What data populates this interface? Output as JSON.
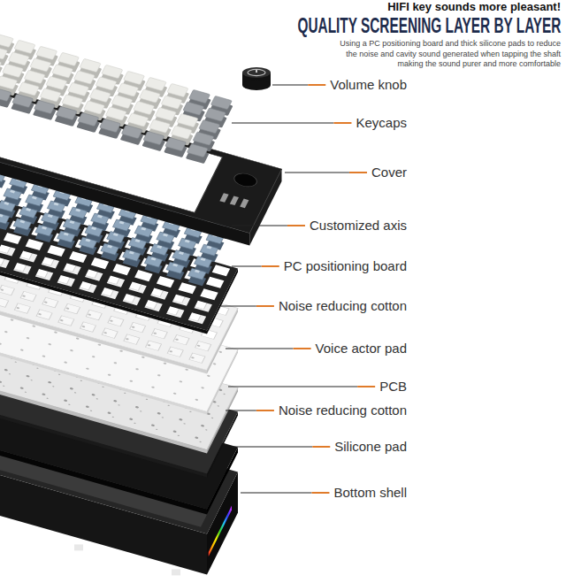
{
  "diagram": {
    "title": "QUALITY SCREENING LAYER BY LAYER",
    "labels": [
      "HIFI key sounds more pleasant!",
      "Using a PC positioning board and thick silicone pads to reduce the noise and cavity sound generated when tapping the shaft making the sound purer and more comfortable",
      "Volume knob",
      "Keycaps",
      "Cover",
      "Customized axis",
      "PC positioning board",
      "Noise reducing cotton",
      "Voice actor pad",
      "PCB",
      "Noise reducing cotton",
      "Silicone pad",
      "Bottom shell"
    ]
  }
}
